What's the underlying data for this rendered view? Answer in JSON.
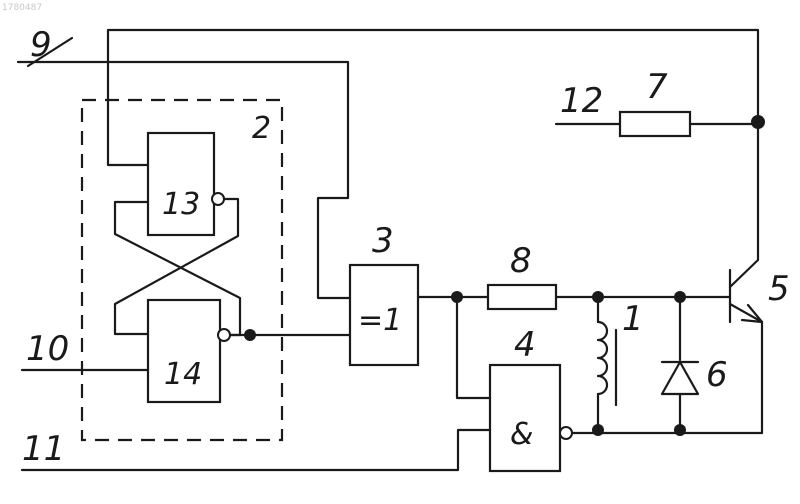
{
  "figure_id": "1780487",
  "labels": {
    "trigger_block": "2",
    "xor_gate": "3",
    "and_gate": "4",
    "transistor": "5",
    "diode": "6",
    "resistor_top": "7",
    "resistor_mid": "8",
    "coil": "1",
    "input_9": "9",
    "input_10": "10",
    "input_11": "11",
    "input_12": "12",
    "gate_13": "13",
    "gate_14": "14"
  },
  "gate_symbols": {
    "xor": "=1",
    "and": "&"
  }
}
